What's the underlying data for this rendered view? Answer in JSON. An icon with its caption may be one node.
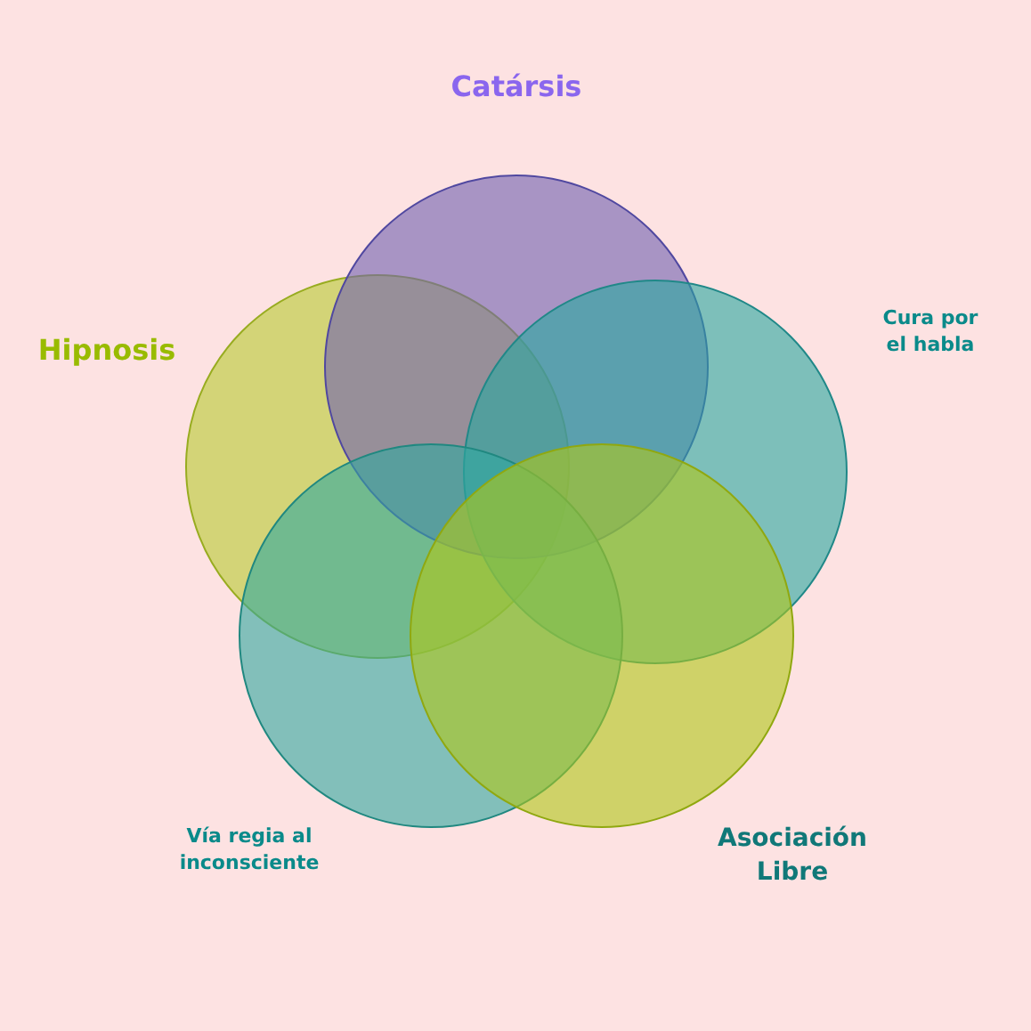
{
  "diagram": {
    "nodes": [
      {
        "text": [],
        "shape": "circle",
        "beside": [
          "Catársis"
        ]
      },
      {
        "text": [],
        "shape": "circle",
        "beside": [
          "Cura por el habla"
        ]
      },
      {
        "text": [],
        "shape": "circle",
        "beside": [
          "Asociación Libre"
        ]
      },
      {
        "text": [],
        "shape": "circle",
        "beside": [
          "Vía regia al inconsciente"
        ]
      },
      {
        "text": [],
        "shape": "circle",
        "beside": [
          "Hipnosis"
        ]
      }
    ]
  }
}
